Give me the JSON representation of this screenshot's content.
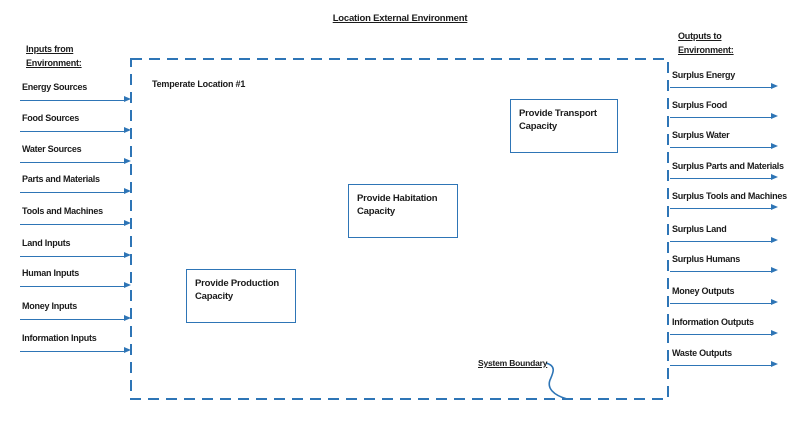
{
  "title": "Location External Environment",
  "boundary": {
    "location_label": "Temperate Location #1",
    "system_boundary_label": "System Boundary"
  },
  "inputs": {
    "header_line1": "Inputs from",
    "header_line2": "Environment:",
    "items": [
      "Energy Sources",
      "Food Sources",
      "Water Sources",
      "Parts and Materials",
      "Tools and Machines",
      "Land Inputs",
      "Human Inputs",
      "Money Inputs",
      "Information Inputs"
    ]
  },
  "outputs": {
    "header_line1": "Outputs to",
    "header_line2": "Environment:",
    "items": [
      "Surplus Energy",
      "Surplus Food",
      "Surplus Water",
      "Surplus Parts and Materials",
      "Surplus Tools and Machines",
      "Surplus Land",
      "Surplus Humans",
      "Money Outputs",
      "Information Outputs",
      "Waste Outputs"
    ]
  },
  "boxes": [
    {
      "label": "Provide Production Capacity"
    },
    {
      "label": "Provide Habitation Capacity"
    },
    {
      "label": "Provide Transport Capacity"
    }
  ],
  "colors": {
    "accent_blue": "#2E75B6",
    "text": "#1b1b1b",
    "background": "#ffffff"
  }
}
